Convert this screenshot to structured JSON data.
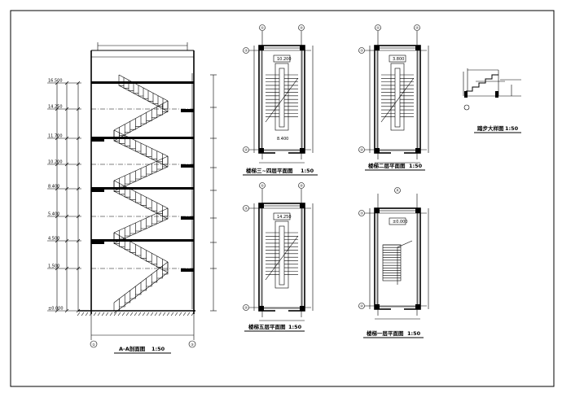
{
  "drawing": {
    "section": {
      "title": "A-A剖面图",
      "scale": "1:50",
      "elevations": [
        "16.500",
        "14.250",
        "11.700",
        "10.200",
        "8.400",
        "5.400",
        "4.500",
        "1.500",
        "±0.000"
      ],
      "grid_bottom": [
        "①",
        "③"
      ]
    },
    "plans": [
      {
        "id": "p34",
        "title": "楼梯三~四层平面图",
        "scale": "1:50",
        "grids_top": [
          "①",
          "②"
        ],
        "grids_left": [
          "③",
          "②"
        ],
        "levels": [
          "10.200",
          "8.400"
        ]
      },
      {
        "id": "p2",
        "title": "楼梯二层平面图",
        "scale": "1:50",
        "grids_top": [
          "①",
          "②"
        ],
        "grids_left": [
          "③",
          "②"
        ],
        "levels": [
          "3.800"
        ]
      },
      {
        "id": "p5",
        "title": "楼梯五层平面图",
        "scale": "1:50",
        "grids_top": [
          "①",
          "②"
        ],
        "grids_left": [
          "③",
          "②"
        ],
        "levels": [
          "14.250"
        ]
      },
      {
        "id": "p1",
        "title": "楼梯一层平面图",
        "scale": "1:50",
        "grids_top": [
          "A"
        ],
        "grids_left": [
          "③",
          "②"
        ],
        "levels": [
          "±0.000"
        ]
      }
    ],
    "detail": {
      "title": "踏步大样图",
      "scale": "1:50"
    }
  }
}
